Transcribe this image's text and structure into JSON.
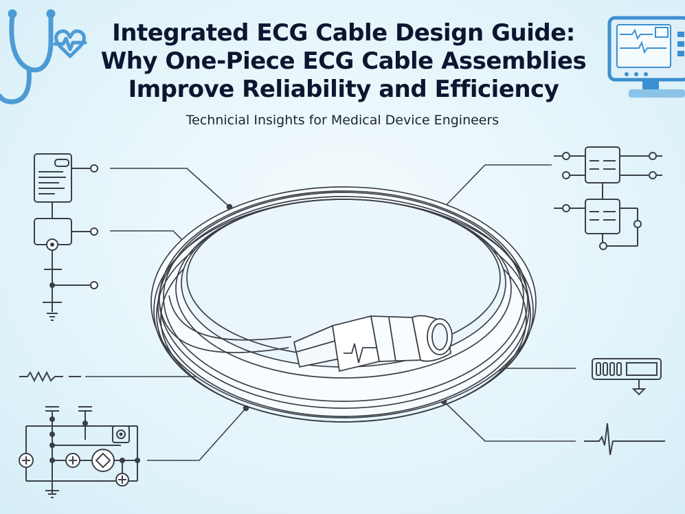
{
  "header": {
    "title_lines": [
      "Integrated ECG Cable Design Guide:",
      "Why One-Piece ECG Cable Assemblies",
      "Improve Reliability and Efficiency"
    ],
    "subtitle": "Technicial Insights for Medical Device Engineers"
  },
  "colors": {
    "title": "#0d1630",
    "line_art": "#3b3f48",
    "accent_blue": "#4d9bd6",
    "background": "#e8f6fb"
  },
  "icons": [
    "stethoscope-icon",
    "heart-pulse-icon",
    "patient-monitor-icon",
    "ground-symbol-icon",
    "resistor-icon",
    "ecg-waveform-icon"
  ]
}
